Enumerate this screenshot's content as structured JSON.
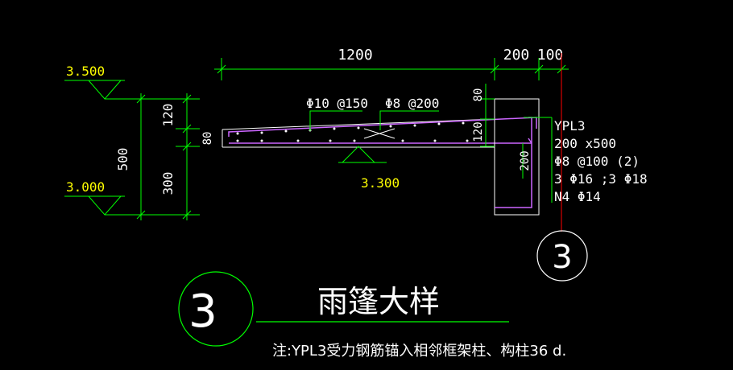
{
  "colors": {
    "background": "#000000",
    "dimension": "#00ff00",
    "elevation_text": "#ffff00",
    "structure": "#ffffff",
    "rebar": "#cc66ff",
    "axis_line": "#ff0000"
  },
  "dimensions": {
    "top_span": "1200",
    "top_mid": "200",
    "top_right": "100",
    "left_total": "500",
    "left_upper": "120",
    "left_mid": "80",
    "left_lower": "300",
    "beam_top": "80",
    "beam_mid": "120",
    "beam_lower": "200"
  },
  "elevations": {
    "top": "3.500",
    "bottom": "3.000",
    "slab": "3.300"
  },
  "rebar_labels": {
    "top": "Φ10 @150",
    "distribution": "Φ8 @200"
  },
  "beam_spec": {
    "name": "YPL3",
    "section": "200 x500",
    "stirrup": "Φ8 @100 (2)",
    "main": "3 Φ16 ;3 Φ18",
    "side": "N4 Φ14"
  },
  "detail_markers": {
    "axis_bubble": "3",
    "title_bubble": "3"
  },
  "title": "雨篷大样",
  "note": "注:YPL3受力钢筋锚入相邻框架柱、构柱36 d."
}
